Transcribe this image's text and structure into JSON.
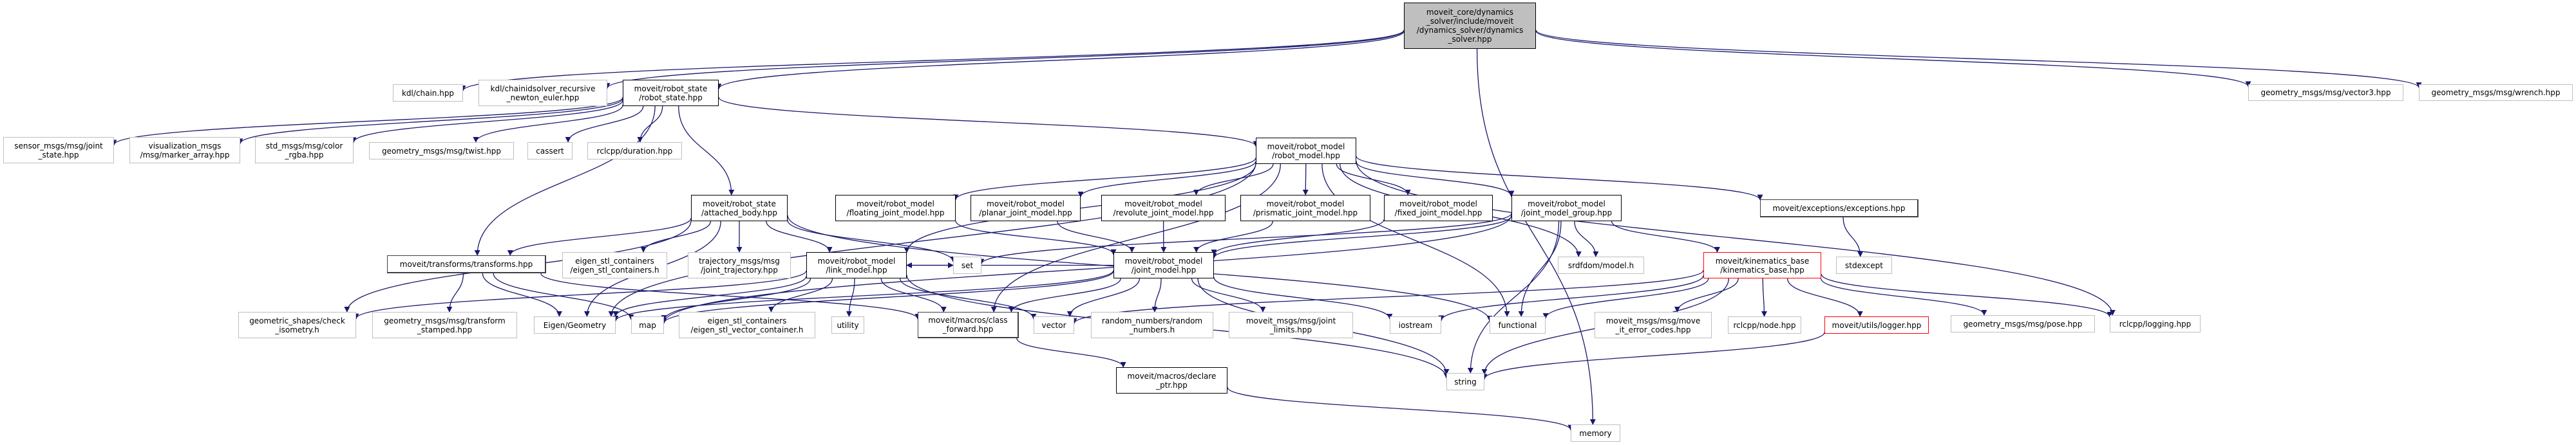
{
  "title": "Include dependency graph for dynamics_solver.hpp",
  "colors": {
    "edge": "#191970",
    "root_fill": "#bfbfbf",
    "documented_border": "#000000",
    "external_border": "#bfbfbf",
    "highlight_border": "#ff0000"
  },
  "nodes": {
    "root": {
      "label": "moveit_core/dynamics\n_solver/include/moveit\n/dynamics_solver/dynamics\n_solver.hpp",
      "kind": "root"
    },
    "kdl_chain": {
      "label": "kdl/chain.hpp",
      "kind": "external"
    },
    "kdl_crne": {
      "label": "kdl/chainidsolver_recursive\n_newton_euler.hpp",
      "kind": "external"
    },
    "robot_state": {
      "label": "moveit/robot_state\n/robot_state.hpp",
      "kind": "doc"
    },
    "sensor_joint": {
      "label": "sensor_msgs/msg/joint\n_state.hpp",
      "kind": "external"
    },
    "viz_marker": {
      "label": "visualization_msgs\n/msg/marker_array.hpp",
      "kind": "external"
    },
    "std_color": {
      "label": "std_msgs/msg/color\n_rgba.hpp",
      "kind": "external"
    },
    "twist": {
      "label": "geometry_msgs/msg/twist.hpp",
      "kind": "external"
    },
    "cassert": {
      "label": "cassert",
      "kind": "external"
    },
    "duration": {
      "label": "rclcpp/duration.hpp",
      "kind": "external"
    },
    "robot_model": {
      "label": "moveit/robot_model\n/robot_model.hpp",
      "kind": "doc"
    },
    "attached_body": {
      "label": "moveit/robot_state\n/attached_body.hpp",
      "kind": "doc"
    },
    "floating": {
      "label": "moveit/robot_model\n/floating_joint_model.hpp",
      "kind": "doc"
    },
    "planar": {
      "label": "moveit/robot_model\n/planar_joint_model.hpp",
      "kind": "doc"
    },
    "revolute": {
      "label": "moveit/robot_model\n/revolute_joint_model.hpp",
      "kind": "doc"
    },
    "prismatic": {
      "label": "moveit/robot_model\n/prismatic_joint_model.hpp",
      "kind": "doc"
    },
    "fixed": {
      "label": "moveit/robot_model\n/fixed_joint_model.hpp",
      "kind": "doc"
    },
    "jmg": {
      "label": "moveit/robot_model\n/joint_model_group.hpp",
      "kind": "doc"
    },
    "exceptions": {
      "label": "moveit/exceptions/exceptions.hpp",
      "kind": "thick"
    },
    "transforms": {
      "label": "moveit/transforms/transforms.hpp",
      "kind": "thick"
    },
    "eigen_stl_cont": {
      "label": "eigen_stl_containers\n/eigen_stl_containers.h",
      "kind": "external"
    },
    "traj": {
      "label": "trajectory_msgs/msg\n/joint_trajectory.hpp",
      "kind": "external"
    },
    "link_model": {
      "label": "moveit/robot_model\n/link_model.hpp",
      "kind": "doc"
    },
    "set": {
      "label": "set",
      "kind": "external"
    },
    "joint_model": {
      "label": "moveit/robot_model\n/joint_model.hpp",
      "kind": "doc"
    },
    "srdfdom": {
      "label": "srdfdom/model.h",
      "kind": "external"
    },
    "kinematics_base": {
      "label": "moveit/kinematics_base\n/kinematics_base.hpp",
      "kind": "red"
    },
    "stdexcept": {
      "label": "stdexcept",
      "kind": "external"
    },
    "vector3": {
      "label": "geometry_msgs/msg/vector3.hpp",
      "kind": "external"
    },
    "wrench": {
      "label": "geometry_msgs/msg/wrench.hpp",
      "kind": "external"
    },
    "check_iso": {
      "label": "geometric_shapes/check\n_isometry.h",
      "kind": "external"
    },
    "transform_stamped": {
      "label": "geometry_msgs/msg/transform\n_stamped.hpp",
      "kind": "external"
    },
    "eigen_geom": {
      "label": "Eigen/Geometry",
      "kind": "external"
    },
    "map": {
      "label": "map",
      "kind": "external"
    },
    "eigen_vec": {
      "label": "eigen_stl_containers\n/eigen_stl_vector_container.h",
      "kind": "external"
    },
    "utility": {
      "label": "utility",
      "kind": "external"
    },
    "class_fwd": {
      "label": "moveit/macros/class\n_forward.hpp",
      "kind": "thick"
    },
    "vector": {
      "label": "vector",
      "kind": "external"
    },
    "random": {
      "label": "random_numbers/random\n_numbers.h",
      "kind": "external"
    },
    "joint_limits": {
      "label": "moveit_msgs/msg/joint\n_limits.hpp",
      "kind": "external"
    },
    "iostream": {
      "label": "iostream",
      "kind": "external"
    },
    "functional": {
      "label": "functional",
      "kind": "external"
    },
    "move_err": {
      "label": "moveit_msgs/msg/move\n_it_error_codes.hpp",
      "kind": "external"
    },
    "node": {
      "label": "rclcpp/node.hpp",
      "kind": "external"
    },
    "logger": {
      "label": "moveit/utils/logger.hpp",
      "kind": "red"
    },
    "pose": {
      "label": "geometry_msgs/msg/pose.hpp",
      "kind": "external"
    },
    "logging": {
      "label": "rclcpp/logging.hpp",
      "kind": "external"
    },
    "declare_ptr": {
      "label": "moveit/macros/declare\n_ptr.hpp",
      "kind": "doc"
    },
    "string": {
      "label": "string",
      "kind": "external"
    },
    "memory": {
      "label": "memory",
      "kind": "external"
    }
  },
  "edges": [
    [
      "root",
      "kdl_chain"
    ],
    [
      "root",
      "kdl_crne"
    ],
    [
      "root",
      "robot_state"
    ],
    [
      "root",
      "vector3"
    ],
    [
      "root",
      "wrench"
    ],
    [
      "root",
      "memory"
    ],
    [
      "robot_state",
      "sensor_joint"
    ],
    [
      "robot_state",
      "viz_marker"
    ],
    [
      "robot_state",
      "std_color"
    ],
    [
      "robot_state",
      "twist"
    ],
    [
      "robot_state",
      "cassert"
    ],
    [
      "robot_state",
      "duration"
    ],
    [
      "robot_state",
      "robot_model"
    ],
    [
      "robot_state",
      "attached_body"
    ],
    [
      "robot_state",
      "transforms"
    ],
    [
      "robot_model",
      "floating"
    ],
    [
      "robot_model",
      "planar"
    ],
    [
      "robot_model",
      "revolute"
    ],
    [
      "robot_model",
      "prismatic"
    ],
    [
      "robot_model",
      "fixed"
    ],
    [
      "robot_model",
      "jmg"
    ],
    [
      "robot_model",
      "exceptions"
    ],
    [
      "robot_model",
      "srdfdom"
    ],
    [
      "robot_model",
      "logging"
    ],
    [
      "robot_model",
      "eigen_geom"
    ],
    [
      "robot_model",
      "class_fwd"
    ],
    [
      "robot_model",
      "link_model"
    ],
    [
      "robot_model",
      "functional"
    ],
    [
      "attached_body",
      "transforms"
    ],
    [
      "attached_body",
      "eigen_stl_cont"
    ],
    [
      "attached_body",
      "traj"
    ],
    [
      "attached_body",
      "link_model"
    ],
    [
      "attached_body",
      "set"
    ],
    [
      "attached_body",
      "check_iso"
    ],
    [
      "attached_body",
      "eigen_geom"
    ],
    [
      "attached_body",
      "functional"
    ],
    [
      "floating",
      "joint_model"
    ],
    [
      "planar",
      "joint_model"
    ],
    [
      "revolute",
      "joint_model"
    ],
    [
      "prismatic",
      "joint_model"
    ],
    [
      "fixed",
      "joint_model"
    ],
    [
      "jmg",
      "joint_model"
    ],
    [
      "jmg",
      "srdfdom"
    ],
    [
      "jmg",
      "kinematics_base"
    ],
    [
      "jmg",
      "set"
    ],
    [
      "jmg",
      "string"
    ],
    [
      "jmg",
      "functional"
    ],
    [
      "jmg",
      "map"
    ],
    [
      "exceptions",
      "stdexcept"
    ],
    [
      "transforms",
      "transform_stamped"
    ],
    [
      "transforms",
      "eigen_geom"
    ],
    [
      "transforms",
      "map"
    ],
    [
      "transforms",
      "class_fwd"
    ],
    [
      "link_model",
      "eigen_geom"
    ],
    [
      "link_model",
      "map"
    ],
    [
      "link_model",
      "eigen_vec"
    ],
    [
      "link_model",
      "utility"
    ],
    [
      "link_model",
      "class_fwd"
    ],
    [
      "link_model",
      "vector"
    ],
    [
      "link_model",
      "string"
    ],
    [
      "link_model",
      "check_iso"
    ],
    [
      "link_model",
      "set"
    ],
    [
      "joint_model",
      "vector"
    ],
    [
      "joint_model",
      "random"
    ],
    [
      "joint_model",
      "joint_limits"
    ],
    [
      "joint_model",
      "iostream"
    ],
    [
      "joint_model",
      "string"
    ],
    [
      "joint_model",
      "eigen_geom"
    ],
    [
      "joint_model",
      "map"
    ],
    [
      "joint_model",
      "class_fwd"
    ],
    [
      "joint_model",
      "link_model"
    ],
    [
      "kinematics_base",
      "move_err"
    ],
    [
      "kinematics_base",
      "node"
    ],
    [
      "kinematics_base",
      "logger"
    ],
    [
      "kinematics_base",
      "pose"
    ],
    [
      "kinematics_base",
      "logging"
    ],
    [
      "kinematics_base",
      "string"
    ],
    [
      "kinematics_base",
      "functional"
    ],
    [
      "kinematics_base",
      "iostream"
    ],
    [
      "kinematics_base",
      "vector"
    ],
    [
      "logger",
      "string"
    ],
    [
      "class_fwd",
      "declare_ptr"
    ],
    [
      "declare_ptr",
      "memory"
    ]
  ]
}
